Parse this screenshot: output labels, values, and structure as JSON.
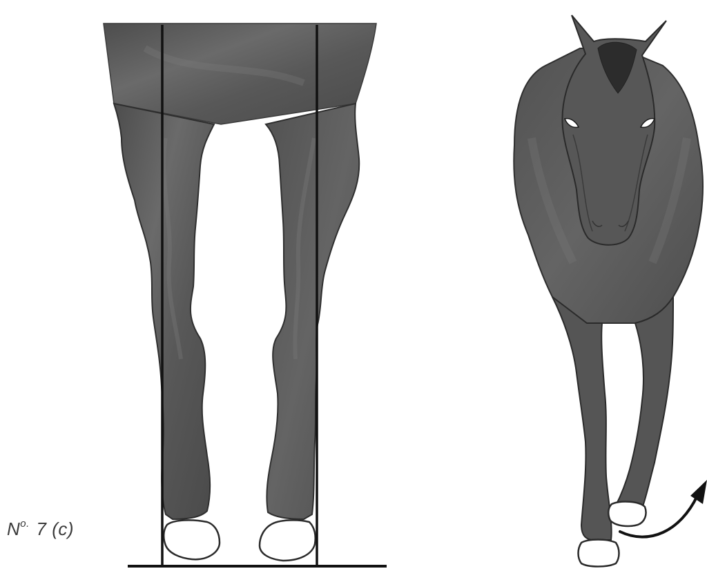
{
  "figure": {
    "label_prefix": "N",
    "label_superscript": "o.",
    "label_number": "7 (c)"
  },
  "colors": {
    "coat": "#595959",
    "coat_light": "#6e6e6e",
    "coat_dark": "#3f3f3f",
    "mane": "#2c2c2c",
    "hoof": "#ffffff",
    "reference_line": "#111111",
    "arrow": "#111111"
  },
  "panels": [
    {
      "name": "front-view-legs-with-plumb-lines",
      "icon": "horse-legs-icon"
    },
    {
      "name": "horse-walking-toward-viewer",
      "icon": "horse-icon"
    }
  ]
}
